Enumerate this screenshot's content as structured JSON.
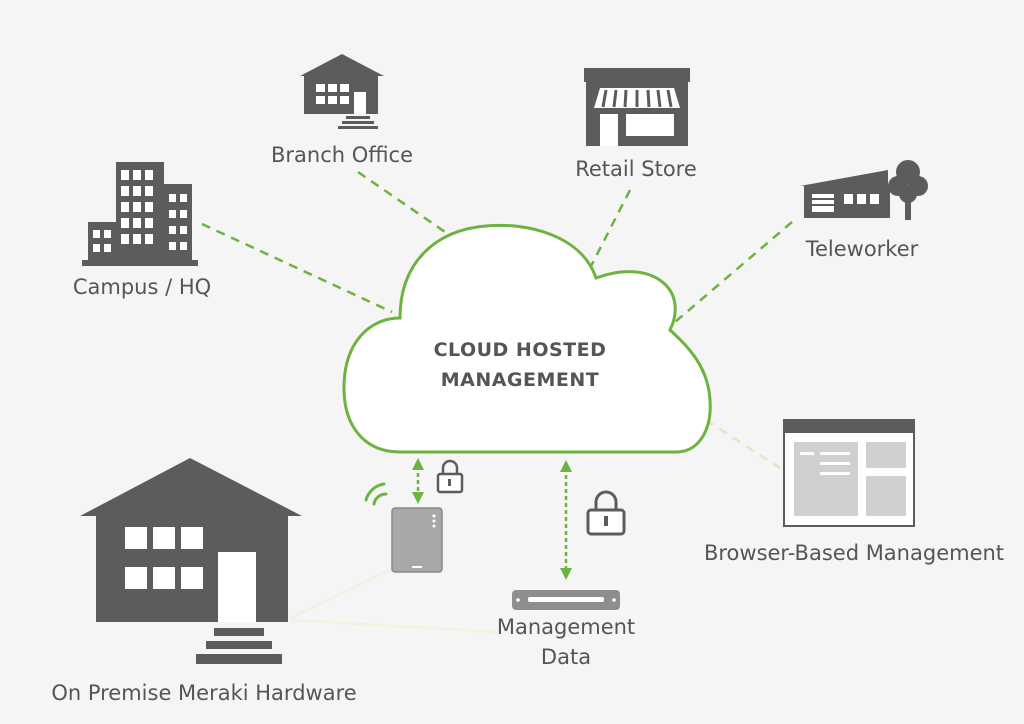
{
  "cloud": {
    "line1": "CLOUD HOSTED",
    "line2": "MANAGEMENT"
  },
  "nodes": {
    "branch_office": "Branch Office",
    "retail_store": "Retail Store",
    "campus_hq": "Campus / HQ",
    "teleworker": "Teleworker",
    "browser_management": "Browser-Based Management",
    "management_data_line1": "Management",
    "management_data_line2": "Data",
    "on_premise": "On Premise Meraki Hardware"
  },
  "colors": {
    "accent_green": "#6db33f",
    "icon_gray": "#5c5c5c",
    "label_gray": "#555555",
    "background": "#f5f5f5"
  },
  "icons": [
    "office-building-icon",
    "branch-house-icon",
    "retail-store-icon",
    "teleworker-house-icon",
    "browser-window-icon",
    "premise-building-icon",
    "access-point-icon",
    "wifi-signal-icon",
    "switch-appliance-icon",
    "padlock-icon"
  ]
}
